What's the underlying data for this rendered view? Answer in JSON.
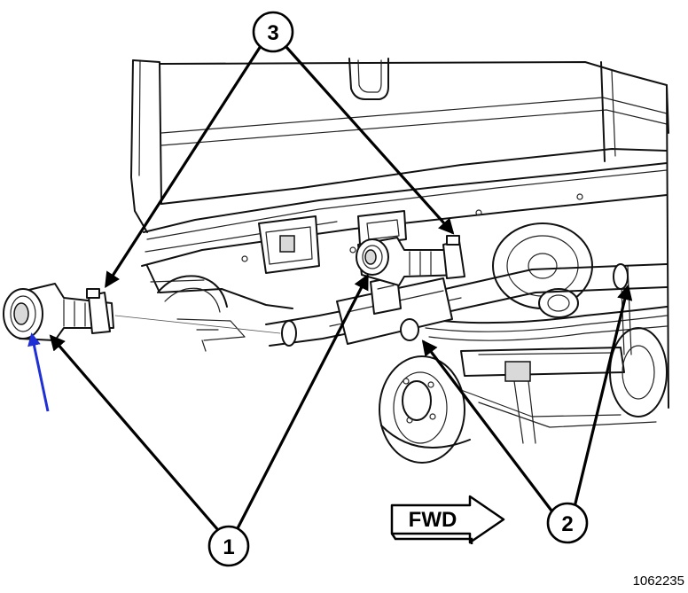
{
  "callouts": {
    "c1": "1",
    "c2": "2",
    "c3": "3"
  },
  "direction_label": "FWD",
  "figure_number": "1062235",
  "colors": {
    "line": "#111111",
    "annotation_arrow": "#1f2fd6",
    "background": "#ffffff"
  }
}
